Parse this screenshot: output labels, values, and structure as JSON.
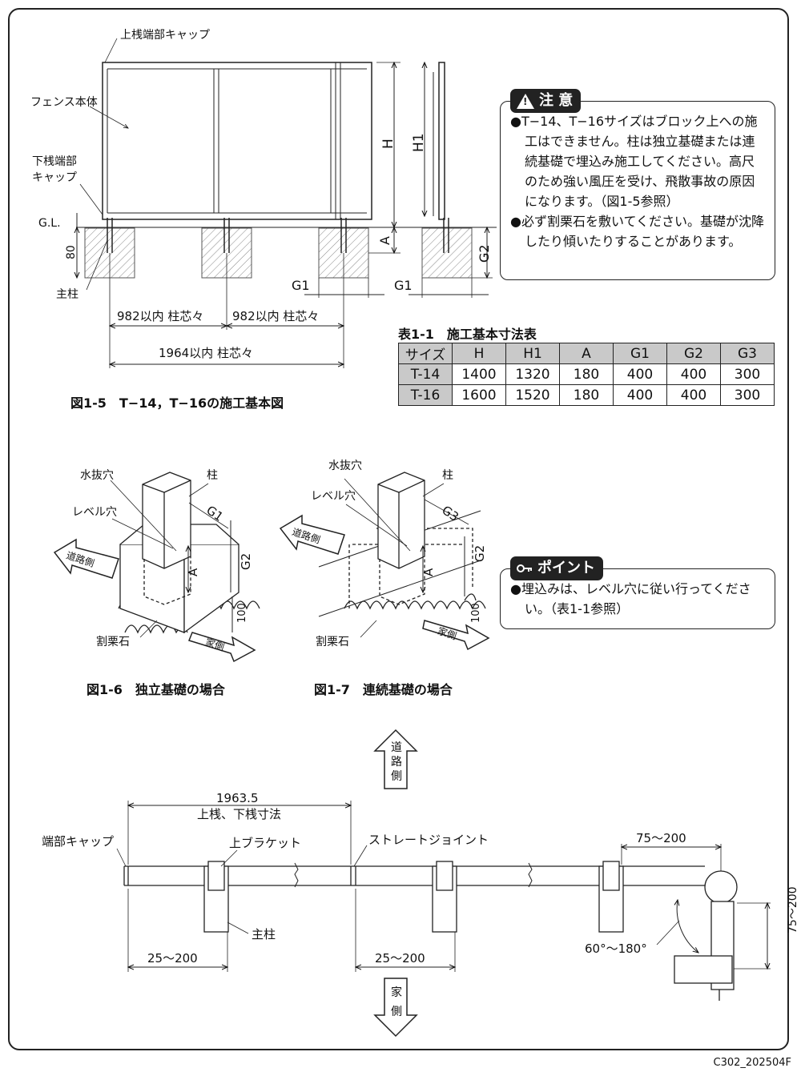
{
  "fig15": {
    "labels": {
      "top_cap": "上桟端部キャップ",
      "fence_body": "フェンス本体",
      "bottom_cap_1": "下桟端部",
      "bottom_cap_2": "キャップ",
      "gl": "G.L.",
      "depth": "80",
      "main_post": "主柱",
      "h": "H",
      "h1": "H1",
      "a": "A",
      "g2": "G2",
      "g1_left": "G1",
      "g1_right": "G1",
      "span_left": "982以内 柱芯々",
      "span_right": "982以内 柱芯々",
      "span_total": "1964以内 柱芯々"
    },
    "caption": "図1-5　T−14，T−16の施工基本図"
  },
  "caution": {
    "title": "注 意",
    "items": [
      "●T−14、T−16サイズはブロック上への施工はできません。柱は独立基礎または連続基礎で埋込み施工してください。高尺のため強い風圧を受け、飛散事故の原因になります。（図1-5参照）",
      "●必ず割栗石を敷いてください。基礎が沈降したり傾いたりすることがあります。"
    ]
  },
  "table": {
    "title": "表1-1　施工基本寸法表",
    "headers": [
      "サイズ",
      "H",
      "H1",
      "A",
      "G1",
      "G2",
      "G3"
    ],
    "rows": [
      [
        "T-14",
        "1400",
        "1320",
        "180",
        "400",
        "400",
        "300"
      ],
      [
        "T-16",
        "1600",
        "1520",
        "180",
        "400",
        "400",
        "300"
      ]
    ]
  },
  "fig16": {
    "labels": {
      "drain_hole": "水抜穴",
      "post": "柱",
      "level_hole": "レベル穴",
      "g1": "G1",
      "g2": "G2",
      "a": "A",
      "gravel_depth": "100",
      "gravel": "割栗石",
      "road_side": "道路側",
      "house_side": "家側"
    },
    "caption": "図1-6　独立基礎の場合"
  },
  "fig17": {
    "labels": {
      "drain_hole": "水抜穴",
      "post": "柱",
      "level_hole": "レベル穴",
      "g3": "G3",
      "g2": "G2",
      "a": "A",
      "gravel_depth": "100",
      "gravel": "割栗石",
      "road_side": "道路側",
      "house_side": "家側"
    },
    "caption": "図1-7　連続基礎の場合"
  },
  "point": {
    "title": "ポイント",
    "items": [
      "●埋込みは、レベル穴に従い行ってください。（表1-1参照）"
    ]
  },
  "plan": {
    "road_side": "道路側",
    "house_side": "家側",
    "length": "1963.5",
    "length_note": "上桟、下桟寸法",
    "end_cap": "端部キャップ",
    "upper_bracket": "上ブラケット",
    "straight_joint": "ストレートジョイント",
    "main_post": "主柱",
    "offset_left": "25〜200",
    "offset_mid": "25〜200",
    "corner_top": "75〜200",
    "corner_side": "75〜200",
    "angle": "60°〜180°"
  },
  "footer": "C302_202504F",
  "icons": [
    "warning-icon",
    "key-icon",
    "arrow-up-icon",
    "arrow-down-icon"
  ]
}
